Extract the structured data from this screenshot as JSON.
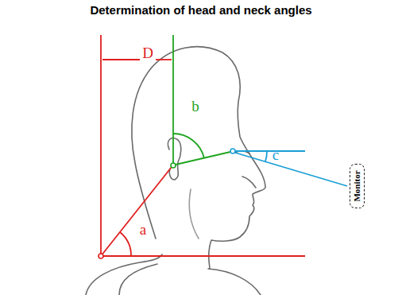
{
  "diagram": {
    "title": "Determination of head and neck angles",
    "nodes": [
      {
        "text": [
          "Monitor"
        ]
      }
    ],
    "labels": [
      "D",
      "b",
      "a",
      "c"
    ]
  }
}
